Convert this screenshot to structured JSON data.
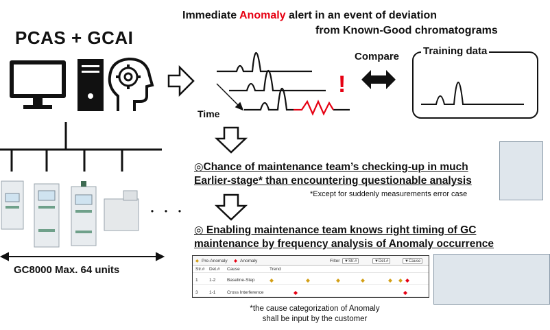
{
  "left": {
    "title": "PCAS + GCAI",
    "units_label": "GC8000 Max. 64 units",
    "ellipsis": "・・・"
  },
  "alert": {
    "line1_prefix": "Immediate ",
    "line1_highlight": "Anomaly",
    "line1_suffix": " alert in an event of deviation",
    "line2": "from Known-Good chromatograms",
    "time_label": "Time",
    "exclamation": "!"
  },
  "compare": {
    "label": "Compare",
    "training_label": "Training data"
  },
  "statement1": {
    "line1": "◎Chance of maintenance team’s checking-up in much",
    "line2": "Earlier-stage* than encountering questionable analysis",
    "note": "*Except for suddenly measurements error case"
  },
  "statement2": {
    "line1": "◎ Enabling maintenance team knows right timing of GC",
    "line2": "maintenance by frequency analysis of Anomaly occurrence"
  },
  "table": {
    "legend_pre": "Pre-Anomaly",
    "legend_anomaly": "Anomaly",
    "filter_label": "Filter",
    "filters": [
      "Str.#",
      "Det.#",
      "Cause"
    ],
    "headers": [
      "Str.#",
      "Det.#",
      "Cause",
      "Trend"
    ],
    "rows": [
      {
        "str": "1",
        "det": "1-2",
        "cause": "Baseline-Step"
      },
      {
        "str": "3",
        "det": "1-1",
        "cause": "Cross Interference"
      }
    ],
    "colors": {
      "pre": "#d4a017",
      "anomaly": "#e60012"
    }
  },
  "footnote": {
    "line1": "*the cause categorization of Anomaly",
    "line2": "shall be input by the customer"
  }
}
